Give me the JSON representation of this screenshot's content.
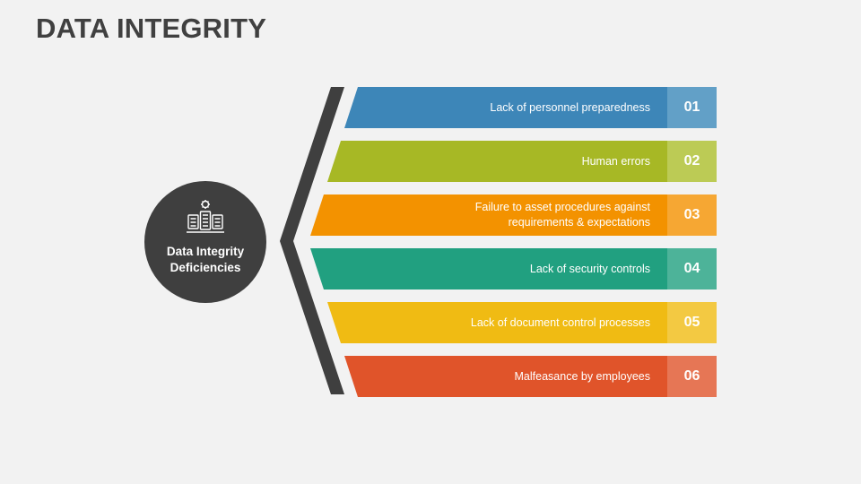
{
  "title": "DATA INTEGRITY",
  "center": {
    "label": "Data Integrity\nDeficiencies",
    "icon": "server-gear-icon"
  },
  "items": [
    {
      "number": "01",
      "label": "Lack of personnel preparedness",
      "color": "#3d86b8",
      "num_color": "#62a0c7"
    },
    {
      "number": "02",
      "label": "Human errors",
      "color": "#a7b825",
      "num_color": "#bccb55"
    },
    {
      "number": "03",
      "label": "Failure to asset procedures against\nrequirements & expectations",
      "color": "#f39200",
      "num_color": "#f6a733"
    },
    {
      "number": "04",
      "label": "Lack of security controls",
      "color": "#21a080",
      "num_color": "#4db399"
    },
    {
      "number": "05",
      "label": "Lack of document control processes",
      "color": "#f0bb13",
      "num_color": "#f3c942"
    },
    {
      "number": "06",
      "label": "Malfeasance by employees",
      "color": "#e0542a",
      "num_color": "#e67655"
    }
  ]
}
